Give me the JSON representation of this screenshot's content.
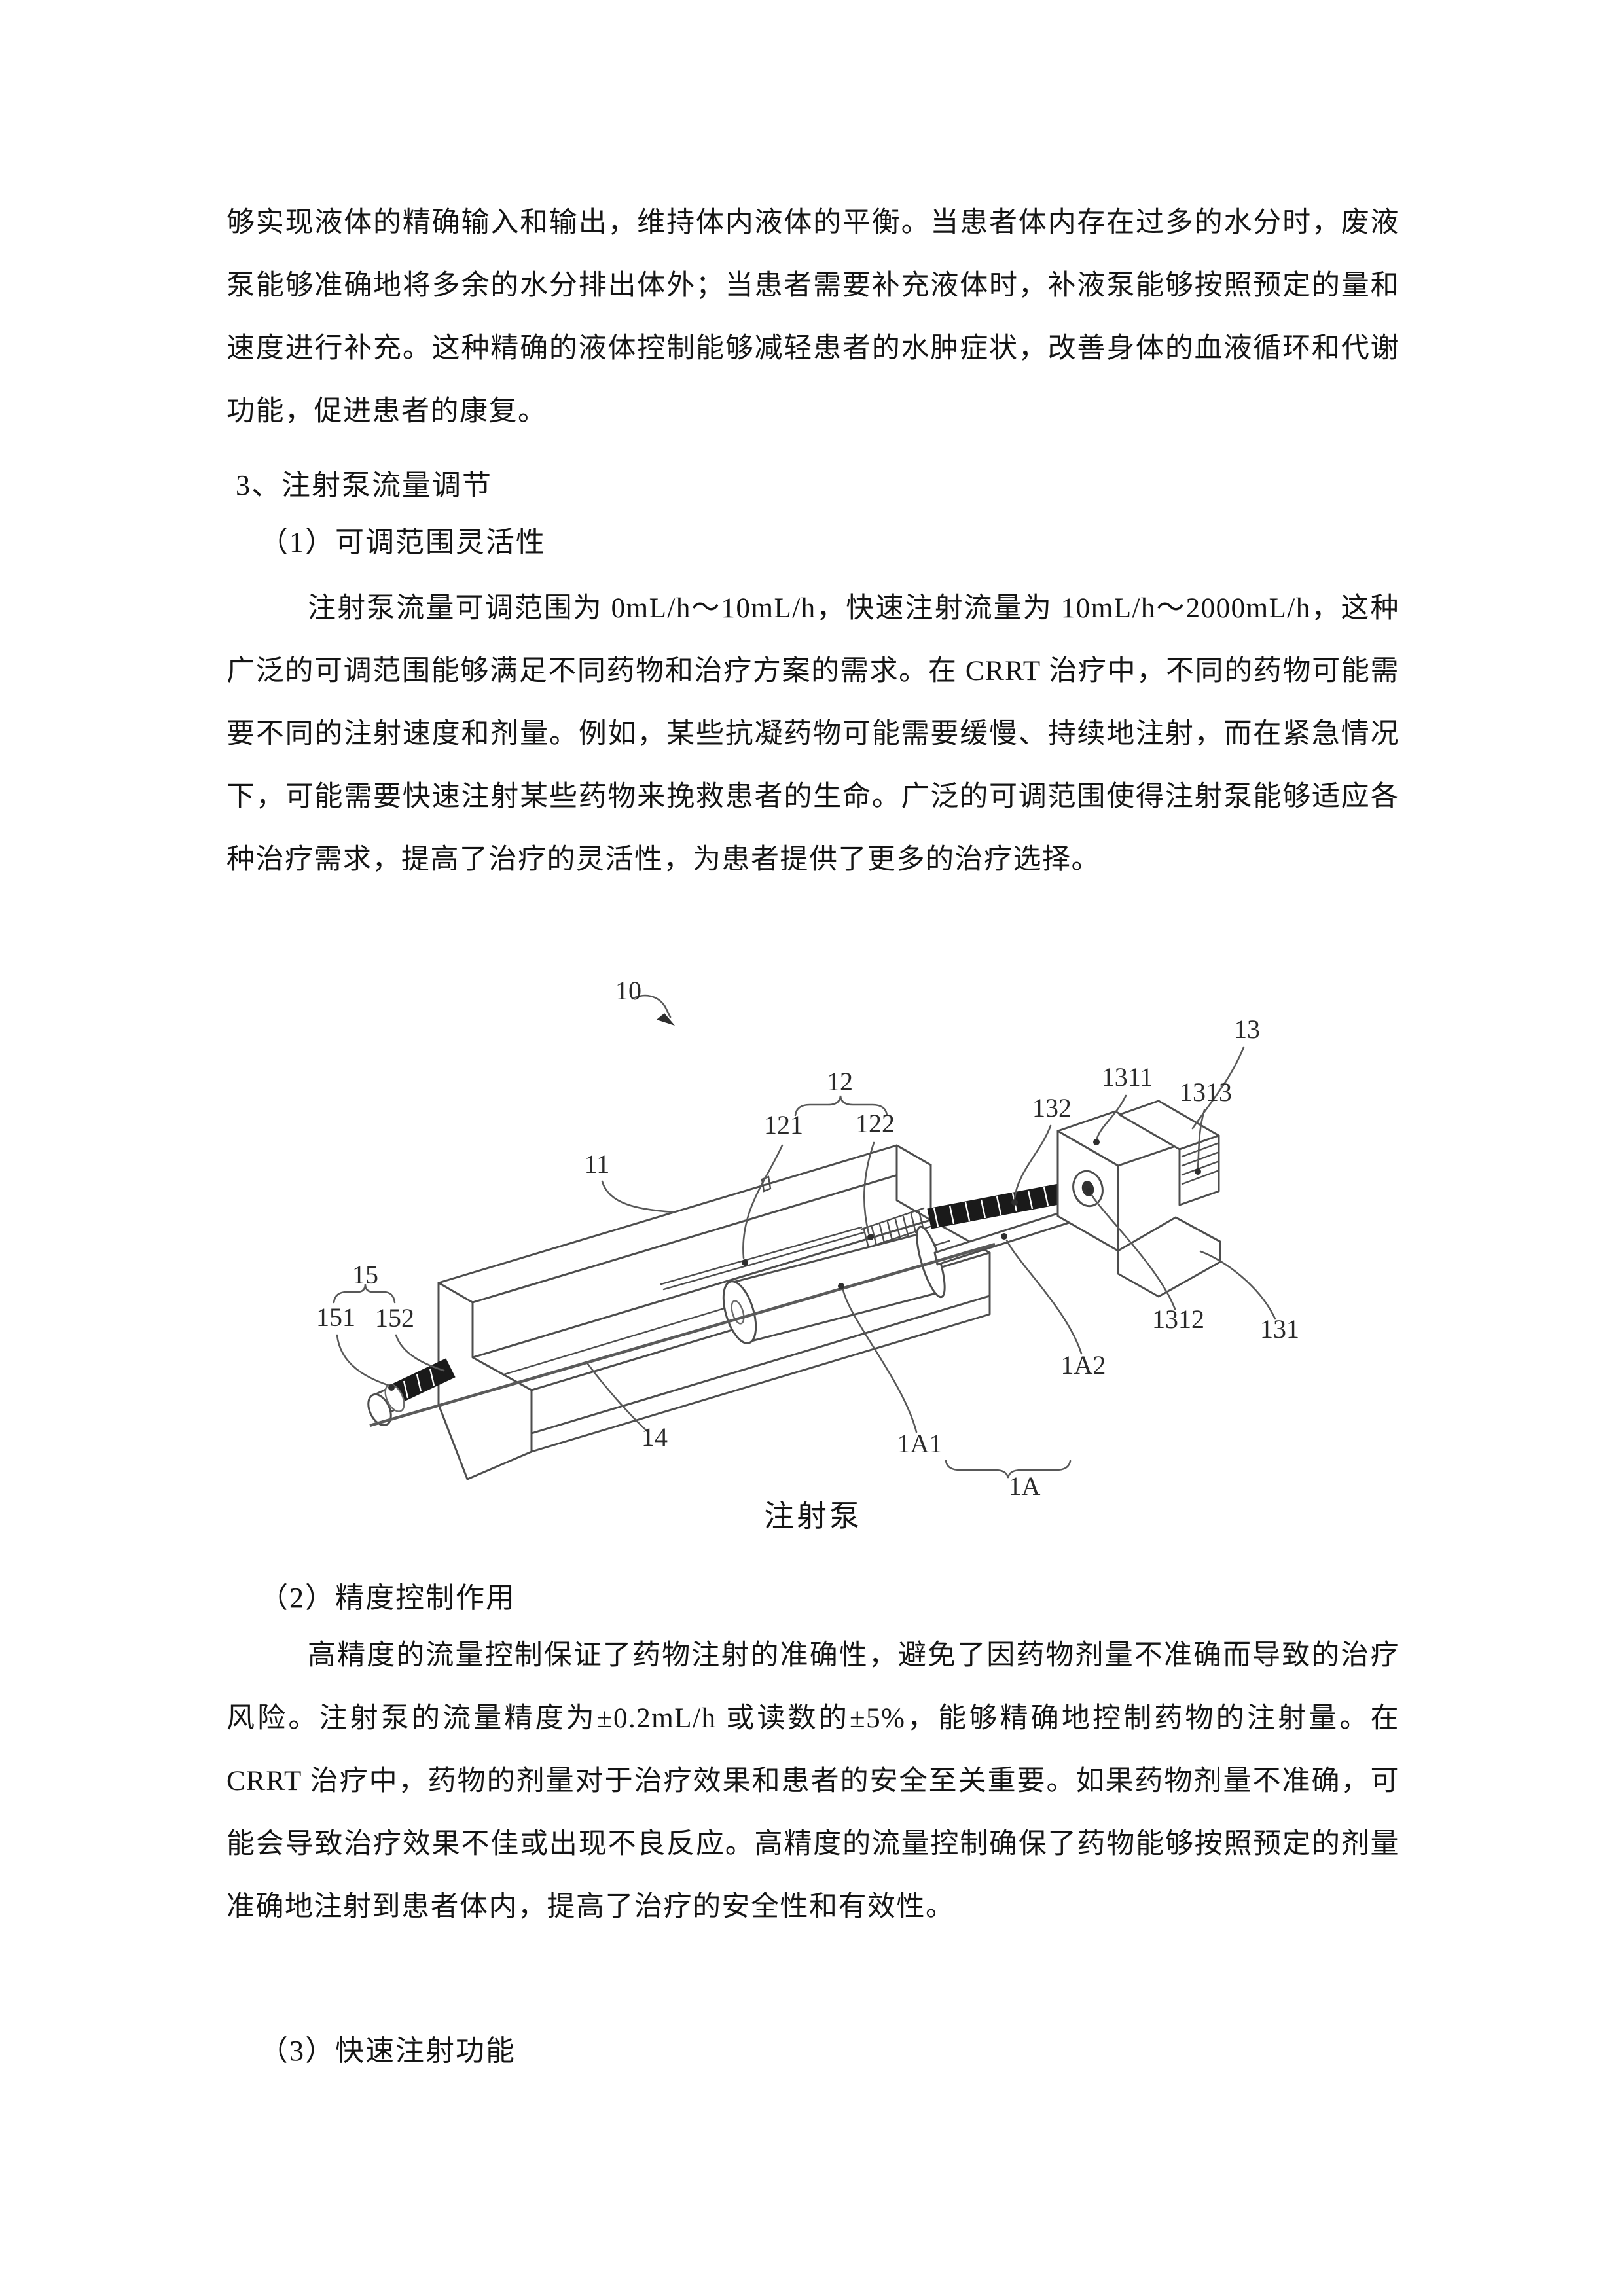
{
  "content": {
    "paragraph_continuation": "够实现液体的精确输入和输出，维持体内液体的平衡。当患者体内存在过多的水分时，废液泵能够准确地将多余的水分排出体外；当患者需要补充液体时，补液泵能够按照预定的量和速度进行补充。这种精确的液体控制能够减轻患者的水肿症状，改善身体的血液循环和代谢功能，促进患者的康复。",
    "heading_section3": "3、注射泵流量调节",
    "heading_sub1": "（1）可调范围灵活性",
    "paragraph_sub1": "注射泵流量可调范围为 0mL/h～10mL/h，快速注射流量为 10mL/h～2000mL/h，这种广泛的可调范围能够满足不同药物和治疗方案的需求。在 CRRT 治疗中，不同的药物可能需要不同的注射速度和剂量。例如，某些抗凝药物可能需要缓慢、持续地注射，而在紧急情况下，可能需要快速注射某些药物来挽救患者的生命。广泛的可调范围使得注射泵能够适应各种治疗需求，提高了治疗的灵活性，为患者提供了更多的治疗选择。",
    "heading_sub2": "（2）精度控制作用",
    "paragraph_sub2": "高精度的流量控制保证了药物注射的准确性，避免了因药物剂量不准确而导致的治疗风险。注射泵的流量精度为±0.2mL/h 或读数的±5%，能够精确地控制药物的注射量。在 CRRT 治疗中，药物的剂量对于治疗效果和患者的安全至关重要。如果药物剂量不准确，可能会导致治疗效果不佳或出现不良反应。高精度的流量控制确保了药物能够按照预定的剂量准确地注射到患者体内，提高了治疗的安全性和有效性。",
    "heading_sub3": "（3）快速注射功能"
  },
  "figure": {
    "caption": "注射泵",
    "labels": [
      "10",
      "11",
      "12",
      "121",
      "122",
      "13",
      "1311",
      "1313",
      "132",
      "15",
      "151",
      "152",
      "1312",
      "131",
      "1A2",
      "14",
      "1A1",
      "1A"
    ]
  }
}
